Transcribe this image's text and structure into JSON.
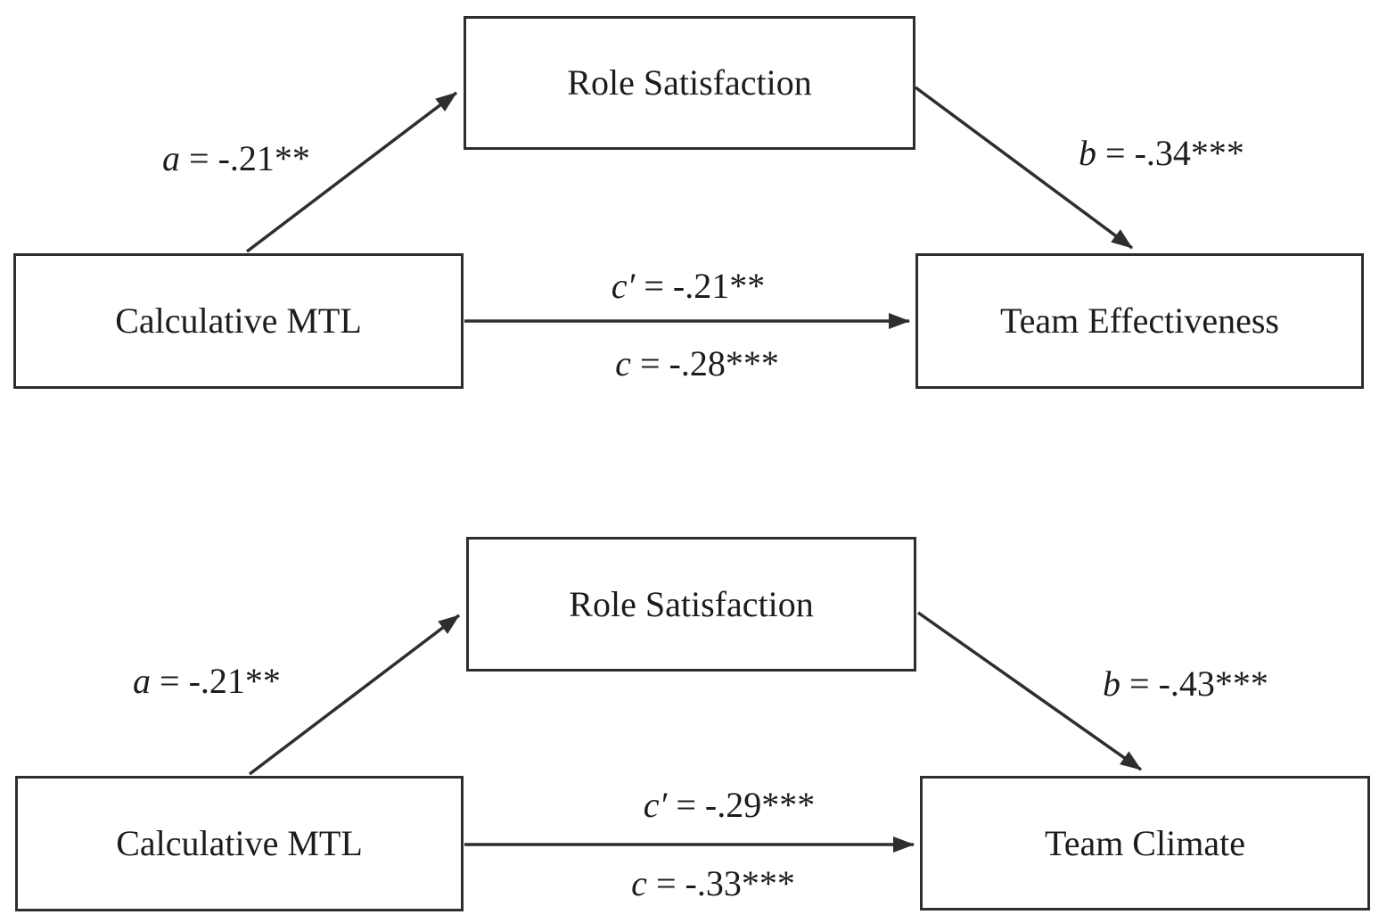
{
  "figure": {
    "background_color": "#ffffff",
    "line_color": "#2e2e2e",
    "text_color": "#1c1c1c"
  },
  "diagrams": [
    {
      "name": "team-effectiveness-mediation-model",
      "predictor": "Calculative MTL",
      "mediator": "Role Satisfaction",
      "outcome": "Team Effectiveness",
      "path_a": {
        "symbol": "a",
        "rest": " = -.21**"
      },
      "path_b": {
        "symbol": "b",
        "rest": " = -.34***"
      },
      "path_c_prime": {
        "symbol": "c′",
        "rest": " = -.21**"
      },
      "path_c": {
        "symbol": "c",
        "rest": " = -.28***"
      }
    },
    {
      "name": "team-climate-mediation-model",
      "predictor": "Calculative MTL",
      "mediator": "Role Satisfaction",
      "outcome": "Team Climate",
      "path_a": {
        "symbol": "a",
        "rest": " = -.21**"
      },
      "path_b": {
        "symbol": "b",
        "rest": " = -.43***"
      },
      "path_c_prime": {
        "symbol": "c′",
        "rest": " = -.29***"
      },
      "path_c": {
        "symbol": "c",
        "rest": " = -.33***"
      }
    }
  ]
}
